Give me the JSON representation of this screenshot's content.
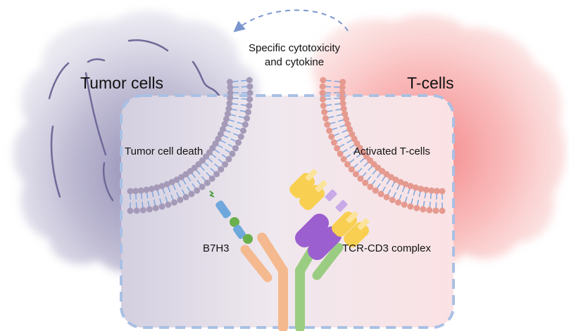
{
  "labels": {
    "tumor_cells": "Tumor cells",
    "t_cells": "T-cells",
    "arrow_line1": "Specific cytotoxicity",
    "arrow_line2": "and cytokine",
    "tumor_cell_death": "Tumor cell death",
    "activated_t_cells": "Activated T-cells",
    "b7h3": "B7H3",
    "tcr_cd3": "TCR-CD3 complex"
  },
  "colors": {
    "tumor_cloud": "#7e78a6",
    "tcell_cloud": "#f58a8a",
    "tumor_lipid_head": "#a49ab8",
    "tcell_lipid_head": "#e59a90",
    "lipid_tail": "#7ea6de",
    "frame_dash": "#a9c0e4",
    "b7h3_blue": "#6fa8dc",
    "b7h3_green": "#6ab04c",
    "antibody_orange": "#f5b98f",
    "antibody_green": "#9acd82",
    "cd3_yellow": "#f8cf50",
    "cd3_yellow_light": "#fbe39a",
    "tcr_purple": "#9b5fcf",
    "tcr_purple_light": "#c9a9e8",
    "dna_strand": "#6f6a98"
  }
}
